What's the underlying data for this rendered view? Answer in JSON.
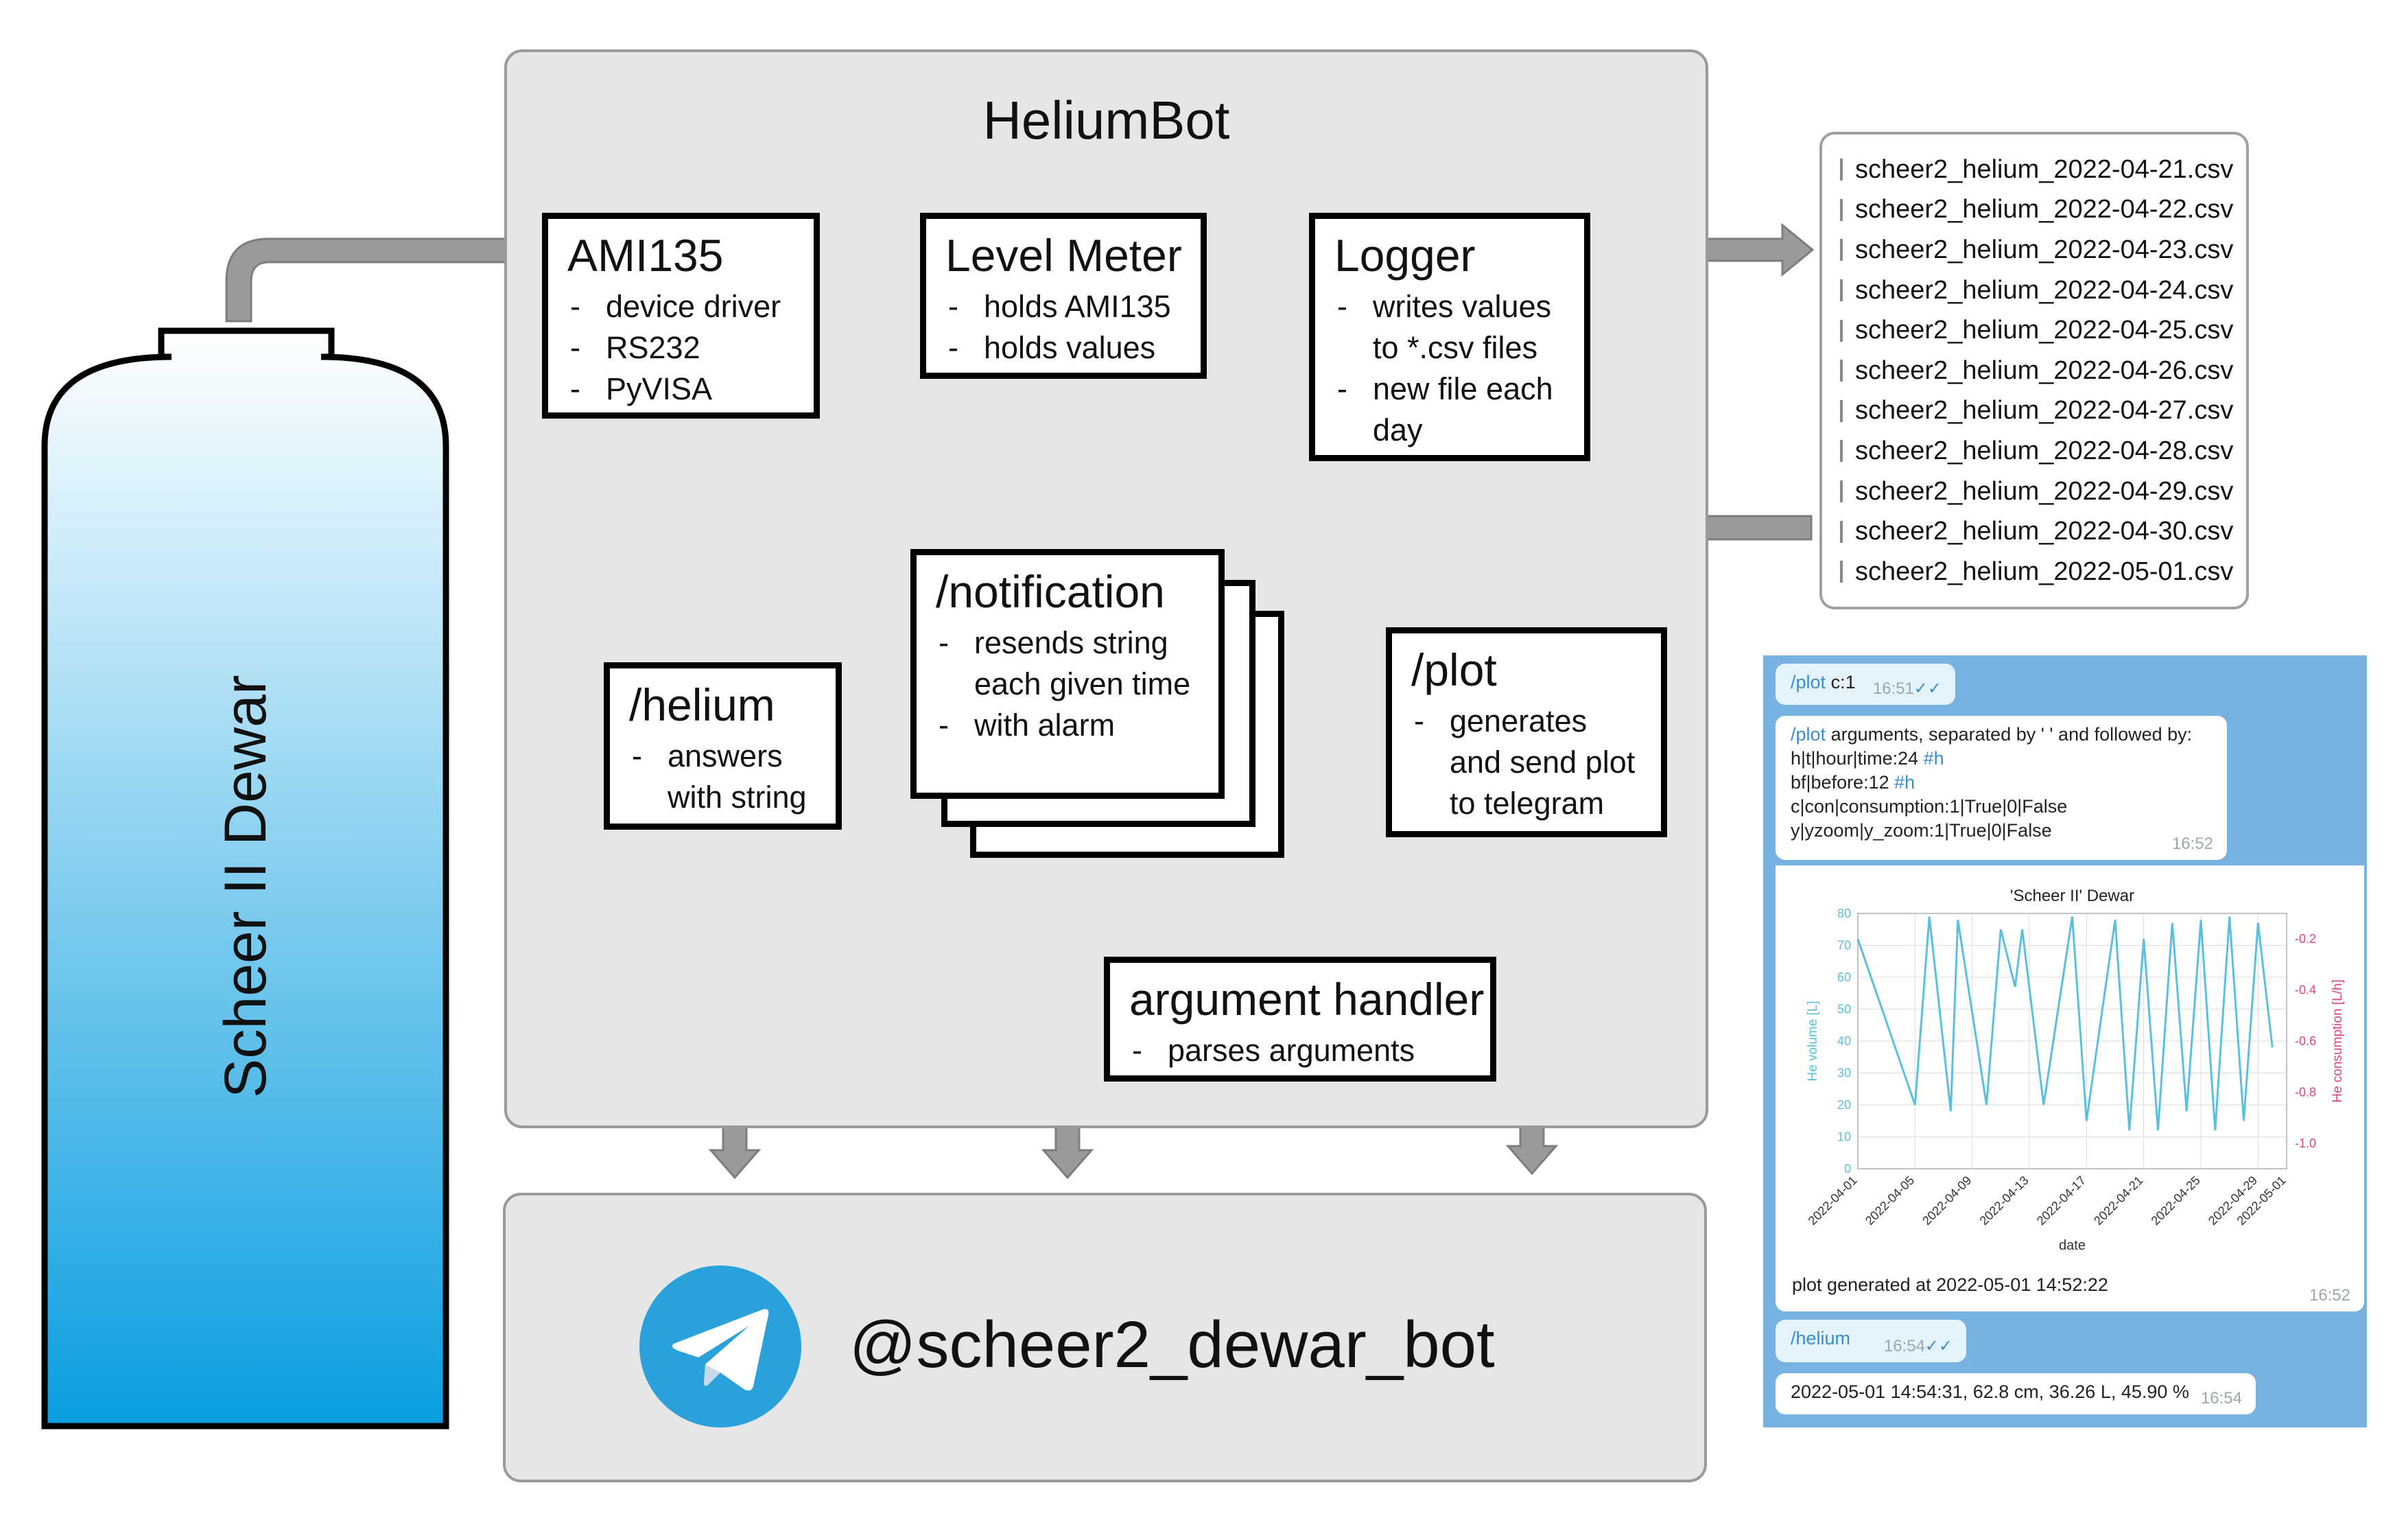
{
  "title": "HeliumBot",
  "dewar": {
    "label": "Scheer II Dewar",
    "fill_top": "#ffffff",
    "fill_bottom": "#0a9ee0"
  },
  "modules": {
    "ami135": {
      "title": "AMI135",
      "items": [
        "device driver",
        "RS232",
        "PyVISA"
      ]
    },
    "level_meter": {
      "title": "Level Meter",
      "items": [
        "holds AMI135",
        "holds values"
      ]
    },
    "logger": {
      "title": "Logger",
      "items": [
        "writes values to *.csv files",
        "new file each day"
      ]
    },
    "helium": {
      "title": "/helium",
      "items": [
        "answers with string"
      ]
    },
    "notification": {
      "title": "/notification",
      "items": [
        "resends string each given time",
        "with alarm"
      ]
    },
    "plot": {
      "title": "/plot",
      "items": [
        "generates and send plot to telegram"
      ]
    },
    "argument_handler": {
      "title": "argument handler",
      "items": [
        "parses arguments"
      ]
    }
  },
  "files": [
    "scheer2_helium_2022-04-21.csv",
    "scheer2_helium_2022-04-22.csv",
    "scheer2_helium_2022-04-23.csv",
    "scheer2_helium_2022-04-24.csv",
    "scheer2_helium_2022-04-25.csv",
    "scheer2_helium_2022-04-26.csv",
    "scheer2_helium_2022-04-27.csv",
    "scheer2_helium_2022-04-28.csv",
    "scheer2_helium_2022-04-29.csv",
    "scheer2_helium_2022-04-30.csv",
    "scheer2_helium_2022-05-01.csv"
  ],
  "bot": {
    "handle": "@scheer2_dewar_bot",
    "brand_color": "#2aa1da"
  },
  "telegram": {
    "msg1": {
      "cmd": "/plot",
      "args": "c:1",
      "time": "16:51"
    },
    "msg2": {
      "cmd": "/plot",
      "intro": "arguments, separated by ' ' and followed by:",
      "lines": [
        {
          "text": "h|t|hour|time:24",
          "tag": "#h"
        },
        {
          "text": "bf|before:12",
          "tag": "#h"
        },
        {
          "text": "c|con|consumption:1|True|0|False",
          "tag": ""
        },
        {
          "text": "y|yzoom|y_zoom:1|True|0|False",
          "tag": ""
        }
      ],
      "time": "16:52"
    },
    "msg3": {
      "caption": "plot generated at 2022-05-01 14:52:22",
      "time": "16:52"
    },
    "msg4": {
      "cmd": "/helium",
      "time": "16:54"
    },
    "msg5": {
      "text": "2022-05-01 14:54:31, 62.8 cm, 36.26 L, 45.90 %",
      "time": "16:54"
    },
    "chat_bg": "#76b3e3"
  },
  "chart_data": {
    "type": "line",
    "title": "'Scheer II' Dewar",
    "xlabel": "date",
    "ylabel": "He volume [L]",
    "y2label": "He consumption [L/h]",
    "ylim": [
      0,
      80
    ],
    "y2lim": [
      -1.1,
      -0.1
    ],
    "yticks": [
      "0",
      "10",
      "20",
      "30",
      "40",
      "50",
      "60",
      "70",
      "80"
    ],
    "y2ticks": [
      "-0.2",
      "-0.4",
      "-0.6",
      "-0.8",
      "-1.0"
    ],
    "categories": [
      "2022-04-01",
      "2022-04-05",
      "2022-04-09",
      "2022-04-13",
      "2022-04-17",
      "2022-04-21",
      "2022-04-25",
      "2022-04-29",
      "2022-05-01"
    ],
    "grid": true,
    "colors": {
      "volume": "#5bc0de",
      "consumption": "#e0457b"
    },
    "series": [
      {
        "axis": "left",
        "x": [
          "2022-04-01",
          "2022-04-05",
          "2022-04-06",
          "2022-04-07.5",
          "2022-04-08",
          "2022-04-10",
          "2022-04-11",
          "2022-04-12",
          "2022-04-12.5",
          "2022-04-14",
          "2022-04-16",
          "2022-04-17",
          "2022-04-19",
          "2022-04-20",
          "2022-04-21",
          "2022-04-22",
          "2022-04-23",
          "2022-04-24",
          "2022-04-25",
          "2022-04-26",
          "2022-04-27",
          "2022-04-28",
          "2022-04-29",
          "2022-04-30"
        ],
        "values": [
          72,
          20,
          79,
          18,
          78,
          20,
          75,
          57,
          75,
          20,
          79,
          15,
          78,
          12,
          72,
          12,
          77,
          18,
          78,
          12,
          79,
          15,
          77,
          38
        ]
      }
    ]
  }
}
